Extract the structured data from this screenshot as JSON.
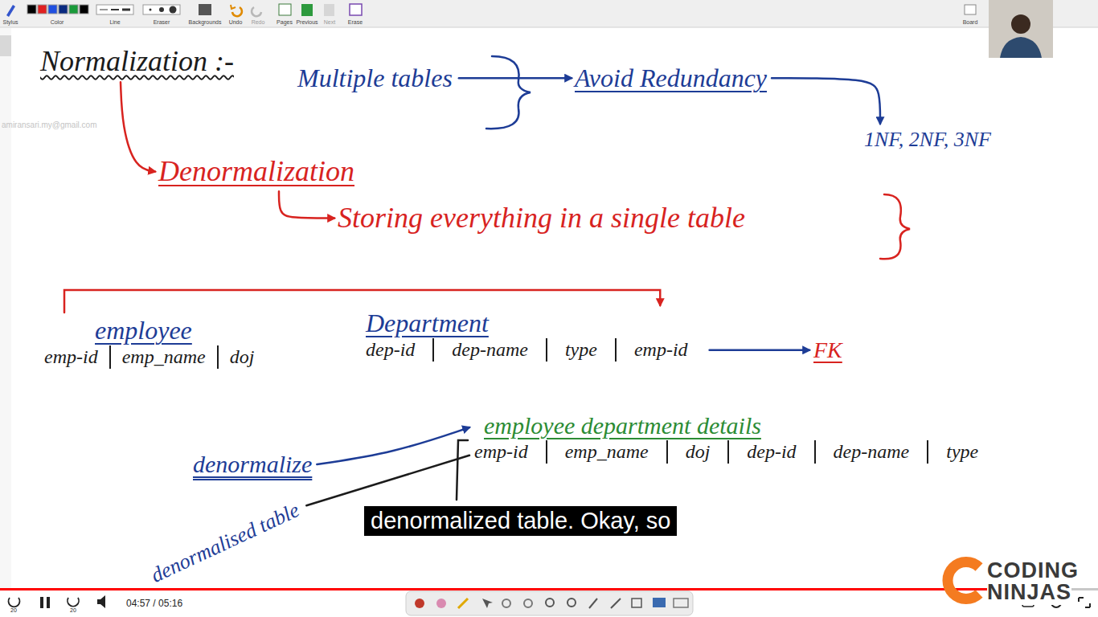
{
  "diagram": {
    "nodes": [
      {
        "text": [
          "Normalization :-"
        ]
      },
      {
        "text": [
          "Multiple tables"
        ]
      },
      {
        "text": [
          "Avoid Redundancy"
        ]
      },
      {
        "text": [
          "1NF, 2NF, 3NF"
        ]
      },
      {
        "text": [
          "Denormalization"
        ]
      },
      {
        "text": [
          "Storing everything in a single table"
        ]
      },
      {
        "text": [
          "employee",
          "emp-id",
          "emp_name",
          "doj"
        ]
      },
      {
        "text": [
          "Department",
          "dep-id",
          "dep-name",
          "type",
          "emp-id"
        ]
      },
      {
        "text": [
          "FK"
        ]
      },
      {
        "text": [
          "employee department details",
          "emp-id",
          "emp_name",
          "doj",
          "dep-id",
          "dep-name",
          "type"
        ]
      },
      {
        "text": [
          "denormalize"
        ]
      },
      {
        "text": [
          "denormalised table"
        ]
      }
    ],
    "edges": [
      {
        "from": 0,
        "to": 4,
        "arrow": "to"
      },
      {
        "from": 1,
        "to": 2,
        "arrow": "to"
      },
      {
        "from": 2,
        "to": 3,
        "arrow": "to"
      },
      {
        "from": 4,
        "to": 5,
        "arrow": "to"
      },
      {
        "from": 6,
        "to": 7,
        "arrow": "to"
      },
      {
        "from": 7,
        "to": 8,
        "arrow": "to"
      },
      {
        "from": 10,
        "to": 9,
        "arrow": "to"
      },
      {
        "from": 11,
        "to": 9,
        "arrow": "none"
      }
    ],
    "labels": [
      "Stylus",
      "Color",
      "Line",
      "Eraser",
      "Backgrounds",
      "Undo",
      "Redo",
      "Pages",
      "Previous",
      "Next",
      "Erase",
      "Board",
      "amiransari.my@gmail.com",
      "denormalized table. Okay, so",
      "20",
      "20",
      "04:57 / 05:16",
      "CODING",
      "NINJAS"
    ]
  }
}
